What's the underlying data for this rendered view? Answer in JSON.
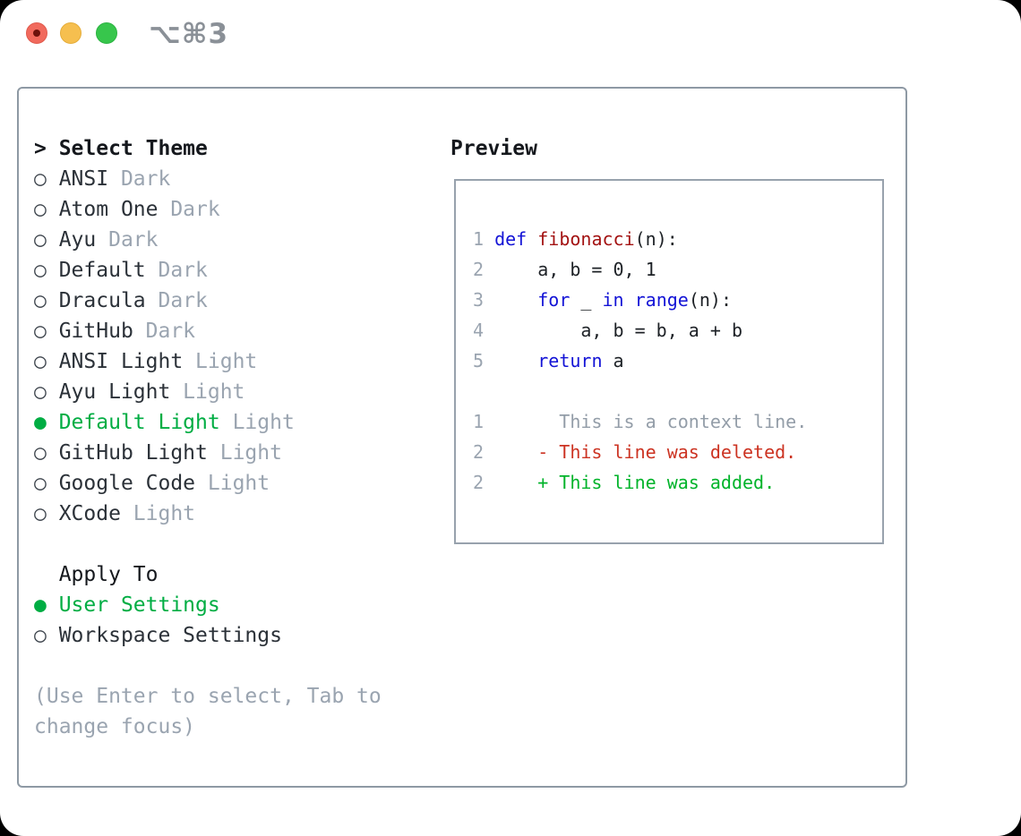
{
  "window": {
    "title": "⌥⌘3",
    "traffic_lights": {
      "close_color": "#f16a5d",
      "minimize_color": "#f6bf4f",
      "zoom_color": "#37c64c"
    }
  },
  "theme_panel": {
    "prompt": ">",
    "header": "Select Theme",
    "themes": [
      {
        "marker": "○",
        "name": "ANSI",
        "variant": "Dark",
        "selected": false
      },
      {
        "marker": "○",
        "name": "Atom One",
        "variant": "Dark",
        "selected": false
      },
      {
        "marker": "○",
        "name": "Ayu",
        "variant": "Dark",
        "selected": false
      },
      {
        "marker": "○",
        "name": "Default",
        "variant": "Dark",
        "selected": false
      },
      {
        "marker": "○",
        "name": "Dracula",
        "variant": "Dark",
        "selected": false
      },
      {
        "marker": "○",
        "name": "GitHub",
        "variant": "Dark",
        "selected": false
      },
      {
        "marker": "○",
        "name": "ANSI Light",
        "variant": "Light",
        "selected": false
      },
      {
        "marker": "○",
        "name": "Ayu Light",
        "variant": "Light",
        "selected": false
      },
      {
        "marker": "●",
        "name": "Default Light",
        "variant": "Light",
        "selected": true
      },
      {
        "marker": "○",
        "name": "GitHub Light",
        "variant": "Light",
        "selected": false
      },
      {
        "marker": "○",
        "name": "Google Code",
        "variant": "Light",
        "selected": false
      },
      {
        "marker": "○",
        "name": "XCode",
        "variant": "Light",
        "selected": false
      }
    ],
    "apply_header": "Apply To",
    "apply_options": [
      {
        "marker": "●",
        "label": "User Settings",
        "selected": true
      },
      {
        "marker": "○",
        "label": "Workspace Settings",
        "selected": false
      }
    ],
    "hint_lines": [
      "(Use Enter to select, Tab to",
      "change focus)"
    ]
  },
  "preview": {
    "header": "Preview",
    "code": [
      {
        "num": "1",
        "tokens": [
          {
            "t": "def"
          },
          {
            "t": " "
          },
          {
            "t": "fibonacci"
          },
          {
            "t": "(n):"
          }
        ]
      },
      {
        "num": "2",
        "tokens": [
          {
            "t": "    a, b = 0, 1"
          }
        ]
      },
      {
        "num": "3",
        "tokens": [
          {
            "t": "    "
          },
          {
            "t": "for"
          },
          {
            "t": " _ "
          },
          {
            "t": "in"
          },
          {
            "t": " "
          },
          {
            "t": "range"
          },
          {
            "t": "(n):"
          }
        ]
      },
      {
        "num": "4",
        "tokens": [
          {
            "t": "        a, b = b, a + b"
          }
        ]
      },
      {
        "num": "5",
        "tokens": [
          {
            "t": "    "
          },
          {
            "t": "return"
          },
          {
            "t": " a"
          }
        ]
      }
    ],
    "diff": [
      {
        "num": "1",
        "kind": "context",
        "text": "      This is a context line."
      },
      {
        "num": "2",
        "kind": "deleted",
        "text": "    - This line was deleted."
      },
      {
        "num": "2",
        "kind": "added",
        "text": "    + This line was added."
      }
    ]
  },
  "colors": {
    "selected_green": "#00ad43",
    "keyword_blue": "#1414d6",
    "function_red": "#a31212",
    "deleted_red": "#cc3322",
    "added_green": "#00b32a",
    "muted_gray": "#9aa4b0",
    "border_gray": "#8e99a4",
    "text_dark": "#2b3138"
  }
}
